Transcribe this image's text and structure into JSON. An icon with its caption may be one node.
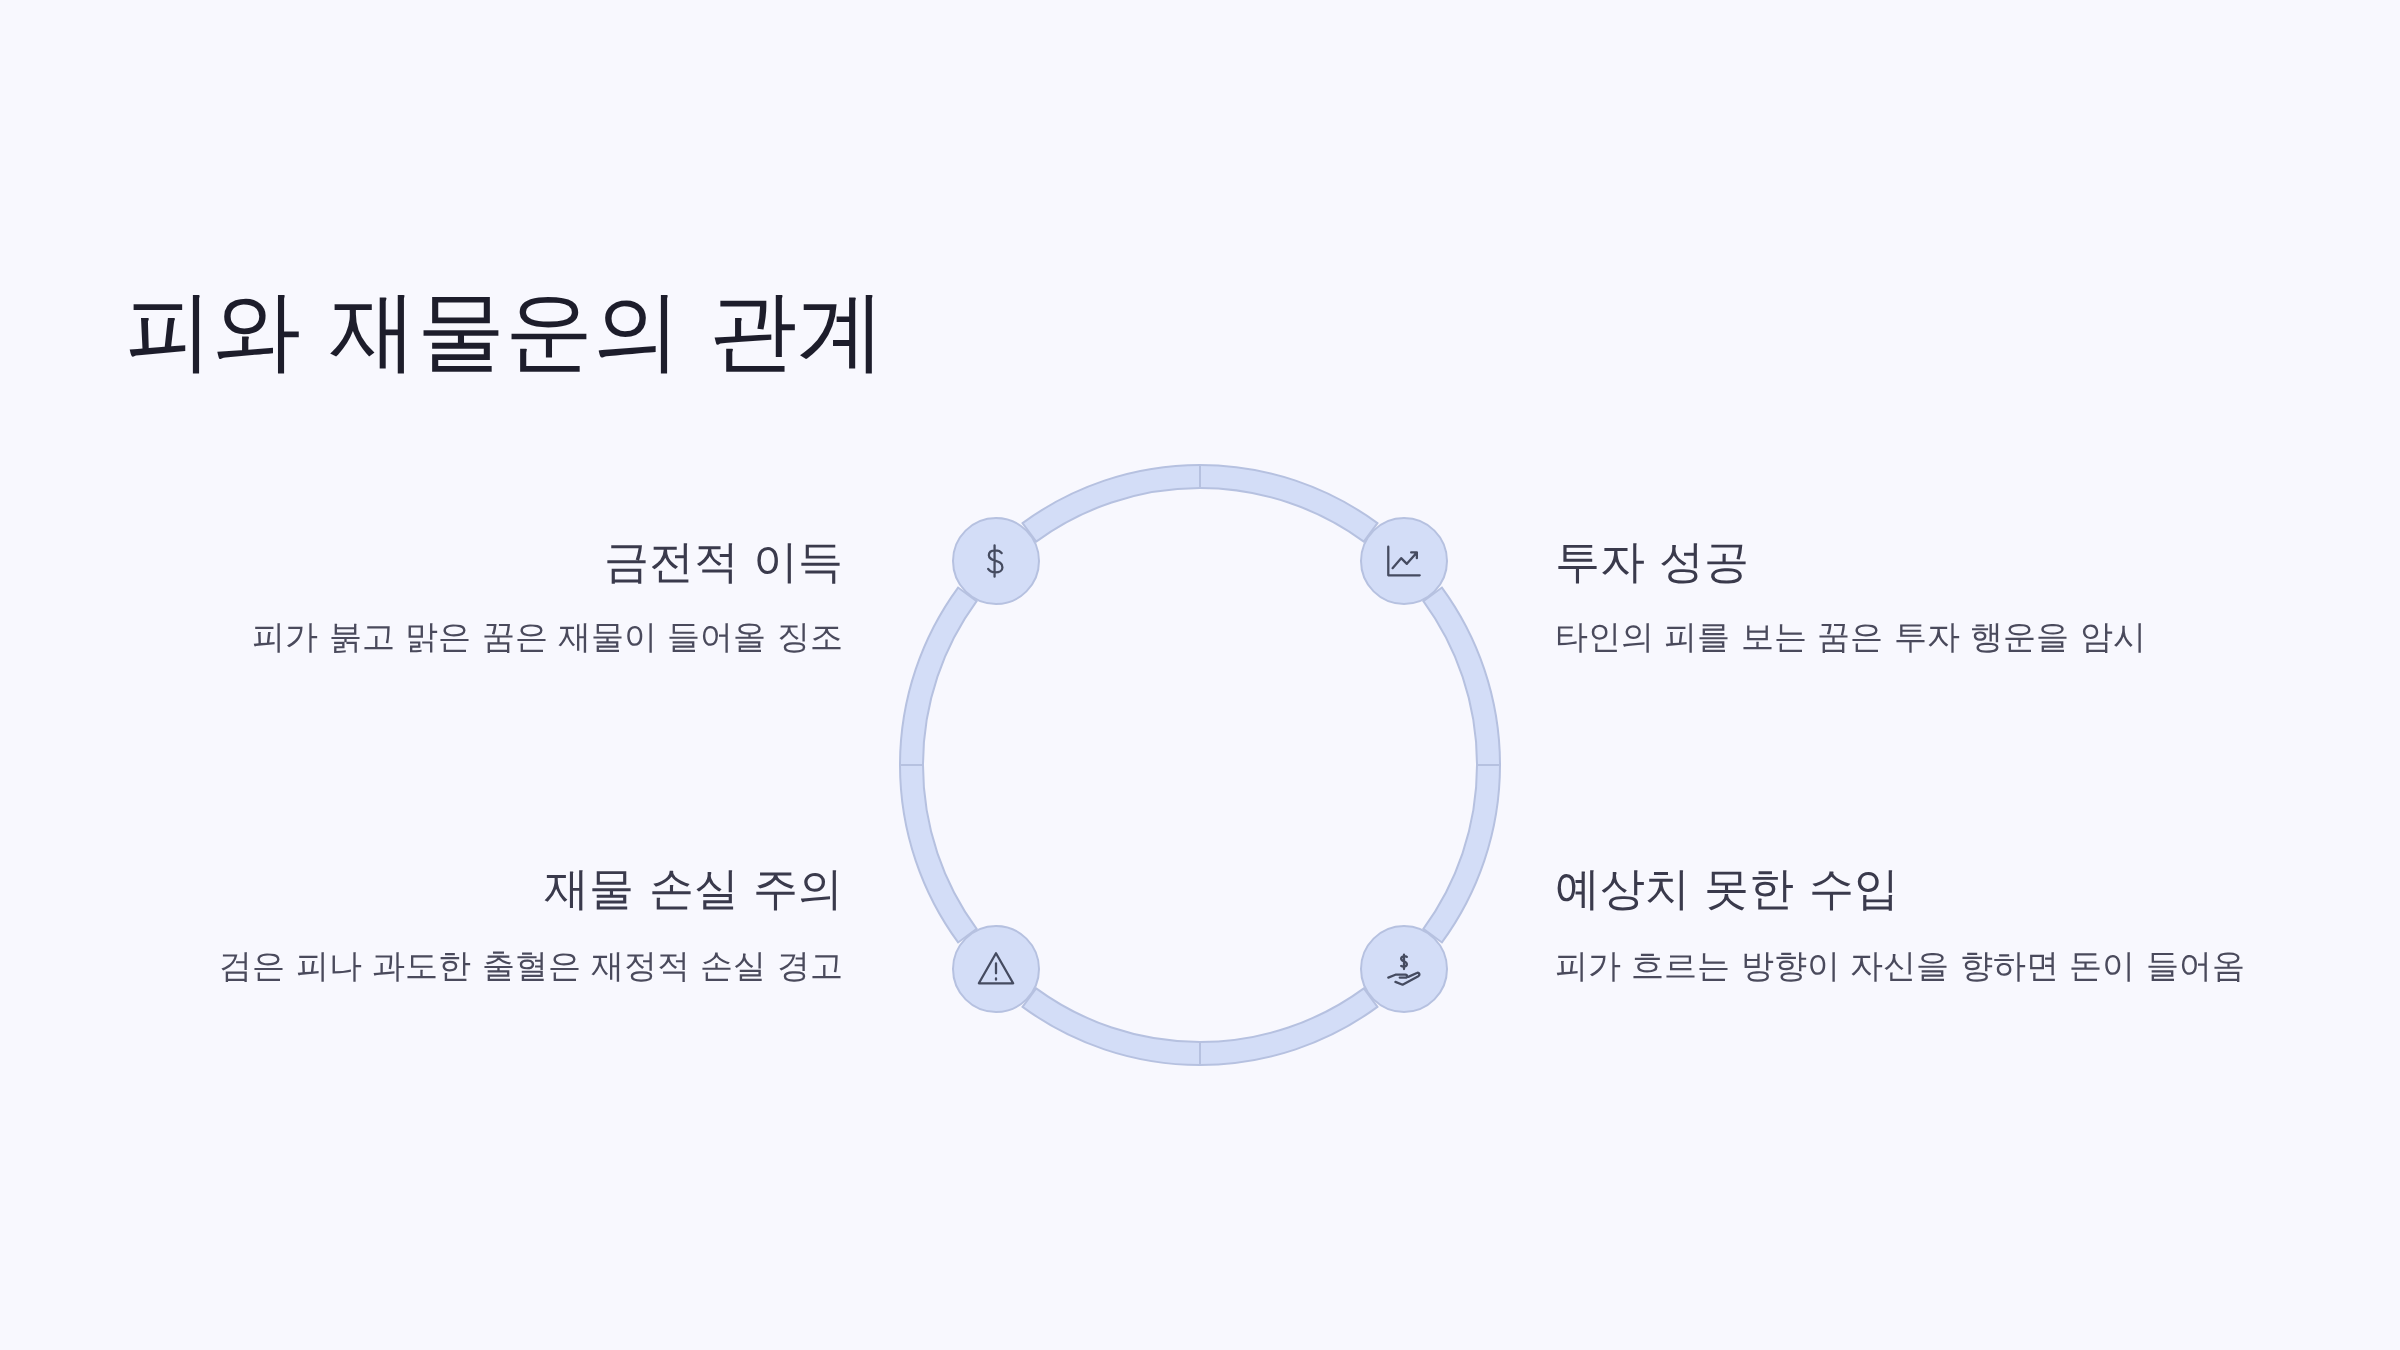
{
  "diagram": {
    "title": "피와 재물운의 관계",
    "nodes": [
      {
        "text": [],
        "shape": "circle"
      },
      {
        "text": [],
        "shape": "circle"
      },
      {
        "text": [],
        "shape": "circle"
      },
      {
        "text": [],
        "shape": "circle"
      }
    ],
    "edges": [
      {
        "from": 0,
        "to": 1,
        "arrow": "none"
      },
      {
        "from": 1,
        "to": 3,
        "arrow": "none"
      },
      {
        "from": 3,
        "to": 2,
        "arrow": "none"
      },
      {
        "from": 2,
        "to": 0,
        "arrow": "none"
      }
    ],
    "labels": [
      "금전적 이득",
      "피가 붉고 맑은 꿈은 재물이 들어올 징조",
      "투자 성공",
      "타인의 피를 보는 꿈은 투자 행운을 암시",
      "재물 손실 주의",
      "검은 피나 과도한 출혈은 재정적 손실 경고",
      "예상치 못한 수입",
      "피가 흐르는 방향이 자신을 향하면 돈이 들어옴"
    ]
  }
}
